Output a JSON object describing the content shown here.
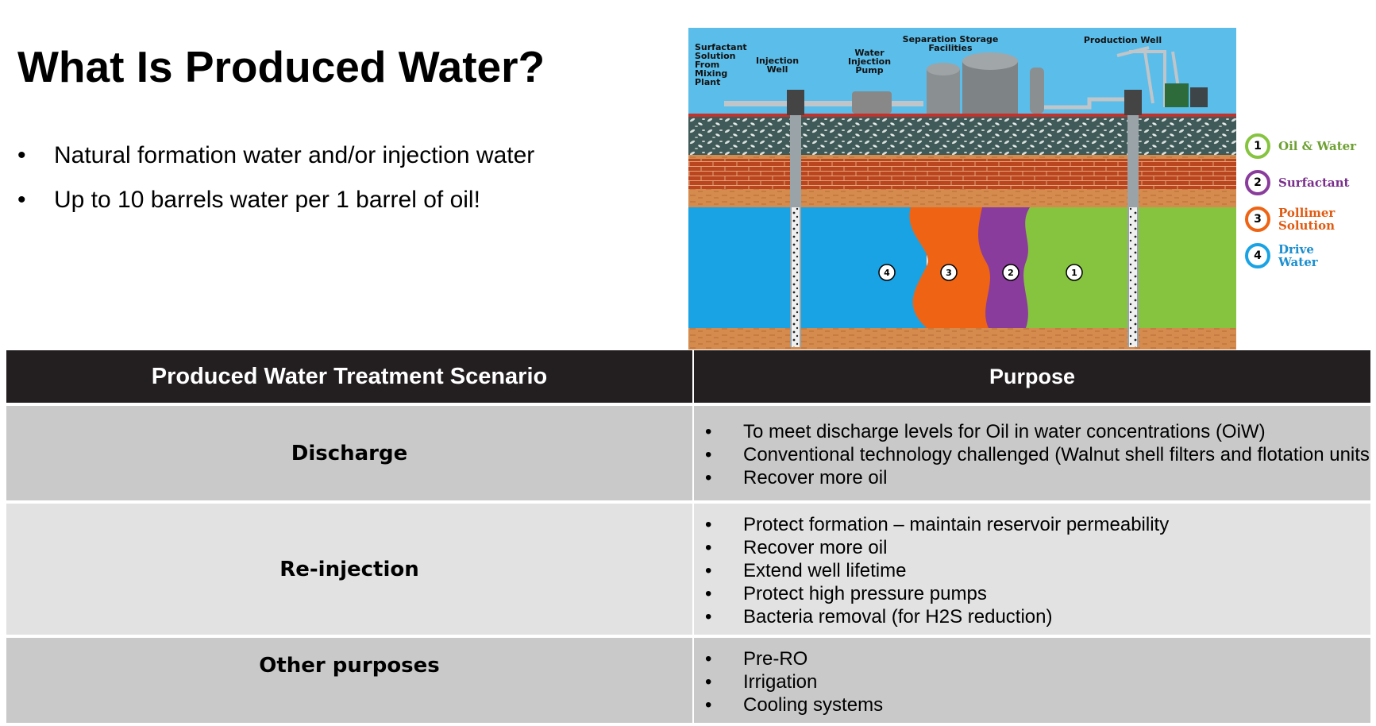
{
  "title": "What Is Produced Water?",
  "bullets": [
    "Natural formation water and/or injection water",
    "Up to 10 barrels water per 1 barrel of oil!"
  ],
  "diagram": {
    "labels": {
      "surfactant_plant": "Surfactant\nSolution\nFrom\nMixing\nPlant",
      "injection_well": "Injection\nWell",
      "water_pump": "Water\nInjection\nPump",
      "separation": "Separation Storage\nFacilities",
      "production_well": "Production Well"
    },
    "zones": [
      "4",
      "3",
      "2",
      "1"
    ],
    "colors": {
      "sky": "#5bbde9",
      "gravel": "#3f5a58",
      "brick": "#b9461e",
      "sand": "#d48b4d",
      "drive_water": "#1aa3e4",
      "polymer": "#ee6414",
      "surfactant": "#8a3c9c",
      "oil_water": "#86c440"
    }
  },
  "legend": [
    {
      "num": "1",
      "label": "Oil & Water",
      "color": "#86c440",
      "textcolor": "#6ea032"
    },
    {
      "num": "2",
      "label": "Surfactant",
      "color": "#8a3c9c",
      "textcolor": "#7a2f8c"
    },
    {
      "num": "3",
      "label": "Pollimer\nSolution",
      "color": "#ee6414",
      "textcolor": "#e05a10"
    },
    {
      "num": "4",
      "label": "Drive\nWater",
      "color": "#1aa3e4",
      "textcolor": "#1a8fd0"
    }
  ],
  "table": {
    "headers": [
      "Produced Water Treatment Scenario",
      "Purpose"
    ],
    "rows": [
      {
        "scenario": "Discharge",
        "purposes": [
          "To meet discharge levels for Oil in water concentrations (OiW)",
          "Conventional technology challenged (Walnut shell filters and flotation units",
          "Recover more oil"
        ]
      },
      {
        "scenario": "Re-injection",
        "purposes": [
          "Protect formation – maintain reservoir permeability",
          "Recover more oil",
          "Extend well lifetime",
          "Protect high pressure pumps",
          "Bacteria removal (for H2S reduction)"
        ]
      },
      {
        "scenario": "Other purposes",
        "purposes": [
          "Pre-RO",
          "Irrigation",
          "Cooling systems"
        ]
      }
    ]
  },
  "bullet_char": "•"
}
